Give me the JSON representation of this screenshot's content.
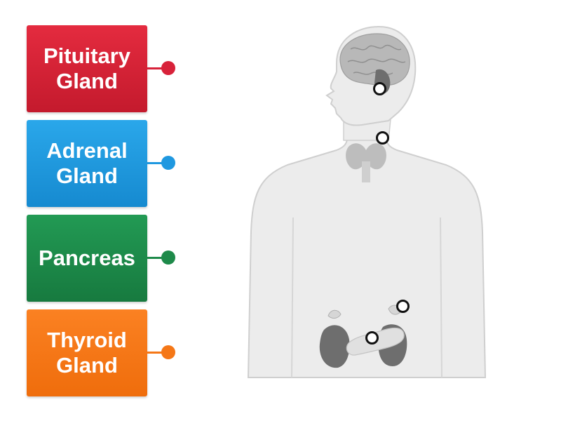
{
  "labels": [
    {
      "text": "Pituitary\nGland",
      "color": "#d8223a"
    },
    {
      "text": "Adrenal\nGland",
      "color": "#1f98e0"
    },
    {
      "text": "Pancreas",
      "color": "#1e8a4a"
    },
    {
      "text": "Thyroid\nGland",
      "color": "#f57717"
    }
  ],
  "figure": {
    "body_fill": "#ececec",
    "body_stroke": "#cfcfcf",
    "brain_color": "#b8b8b8",
    "organ_dark": "#6e6e6e",
    "thyroid_color": "#bdbdbd",
    "pancreas_color": "#e0e0e0"
  }
}
